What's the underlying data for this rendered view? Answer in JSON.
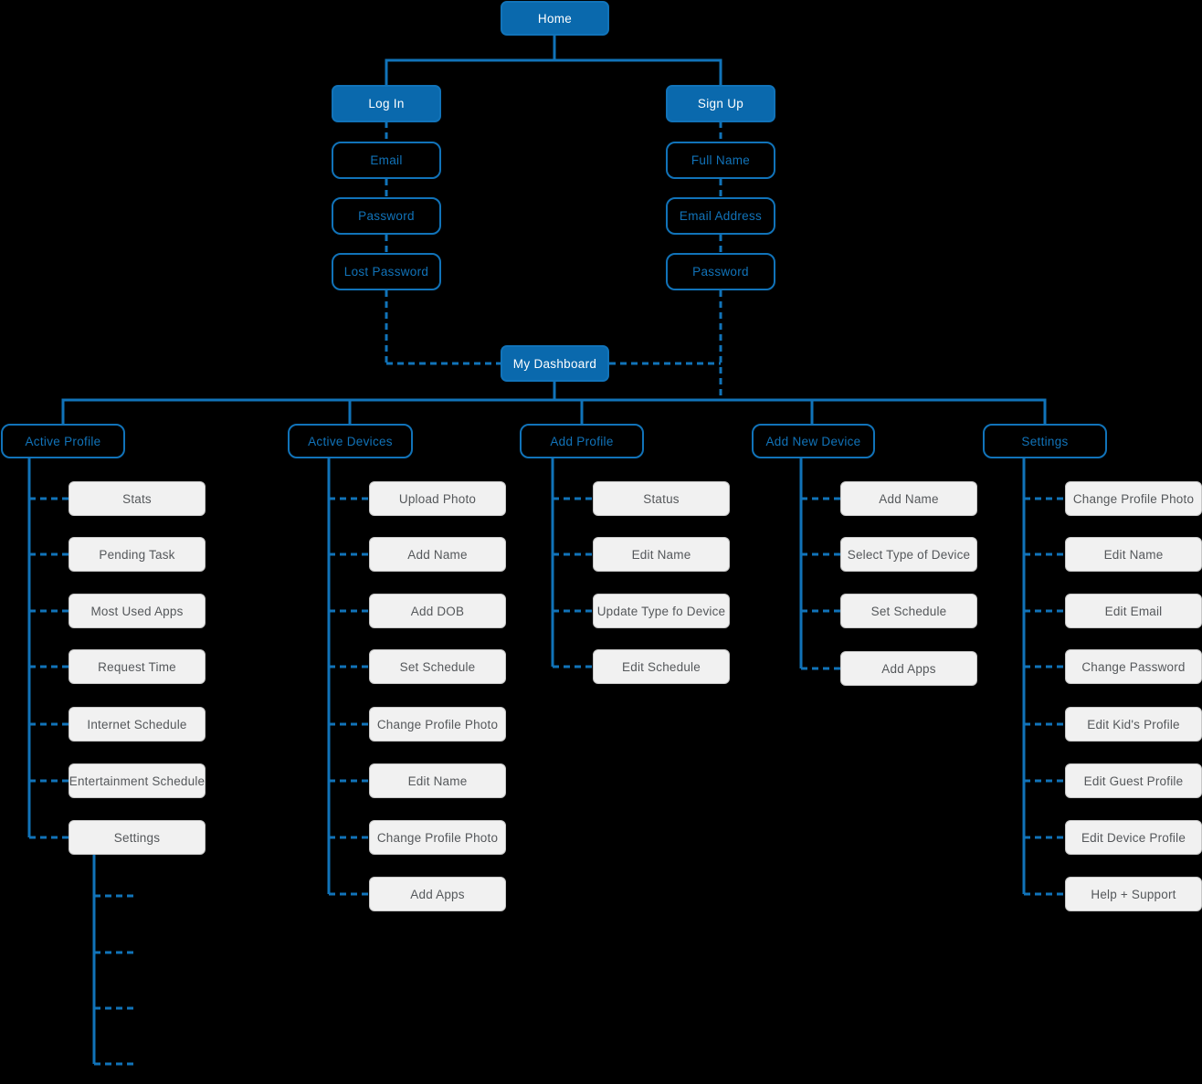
{
  "colors": {
    "blue": "#0a69ad",
    "line": "#1173b9",
    "gray_fill": "#f1f1f1",
    "gray_border": "#c7c7c7",
    "gray_text": "#55585b",
    "white": "#ffffff",
    "bg": "#000000"
  },
  "top": {
    "home": "Home",
    "login": {
      "label": "Log In",
      "children": [
        "Email",
        "Password",
        "Lost Password"
      ]
    },
    "signup": {
      "label": "Sign Up",
      "children": [
        "Full Name",
        "Email Address",
        "Password"
      ]
    },
    "dashboard": "My Dashboard"
  },
  "columns": [
    {
      "label": "Active Profile",
      "children": [
        "Stats",
        "Pending Task",
        "Most Used Apps",
        "Request Time",
        "Internet Schedule",
        "Entertainment Schedule",
        "Settings"
      ]
    },
    {
      "label": "Active Devices",
      "children": [
        "Upload Photo",
        "Add Name",
        "Add DOB",
        "Set Schedule",
        "Change Profile Photo",
        "Edit Name",
        "Change Profile Photo",
        "Add Apps"
      ]
    },
    {
      "label": "Add Profile",
      "children": [
        "Status",
        "Edit Name",
        "Update Type fo Device",
        "Edit Schedule"
      ]
    },
    {
      "label": "Add New Device",
      "children": [
        "Add Name",
        "Select Type of Device",
        "Set Schedule",
        "Add Apps"
      ]
    },
    {
      "label": "Settings",
      "children": [
        "Change Profile Photo",
        "Edit Name",
        "Edit Email",
        "Change Password",
        "Edit Kid's Profile",
        "Edit Guest Profile",
        "Edit Device Profile",
        "Help + Support"
      ]
    }
  ]
}
